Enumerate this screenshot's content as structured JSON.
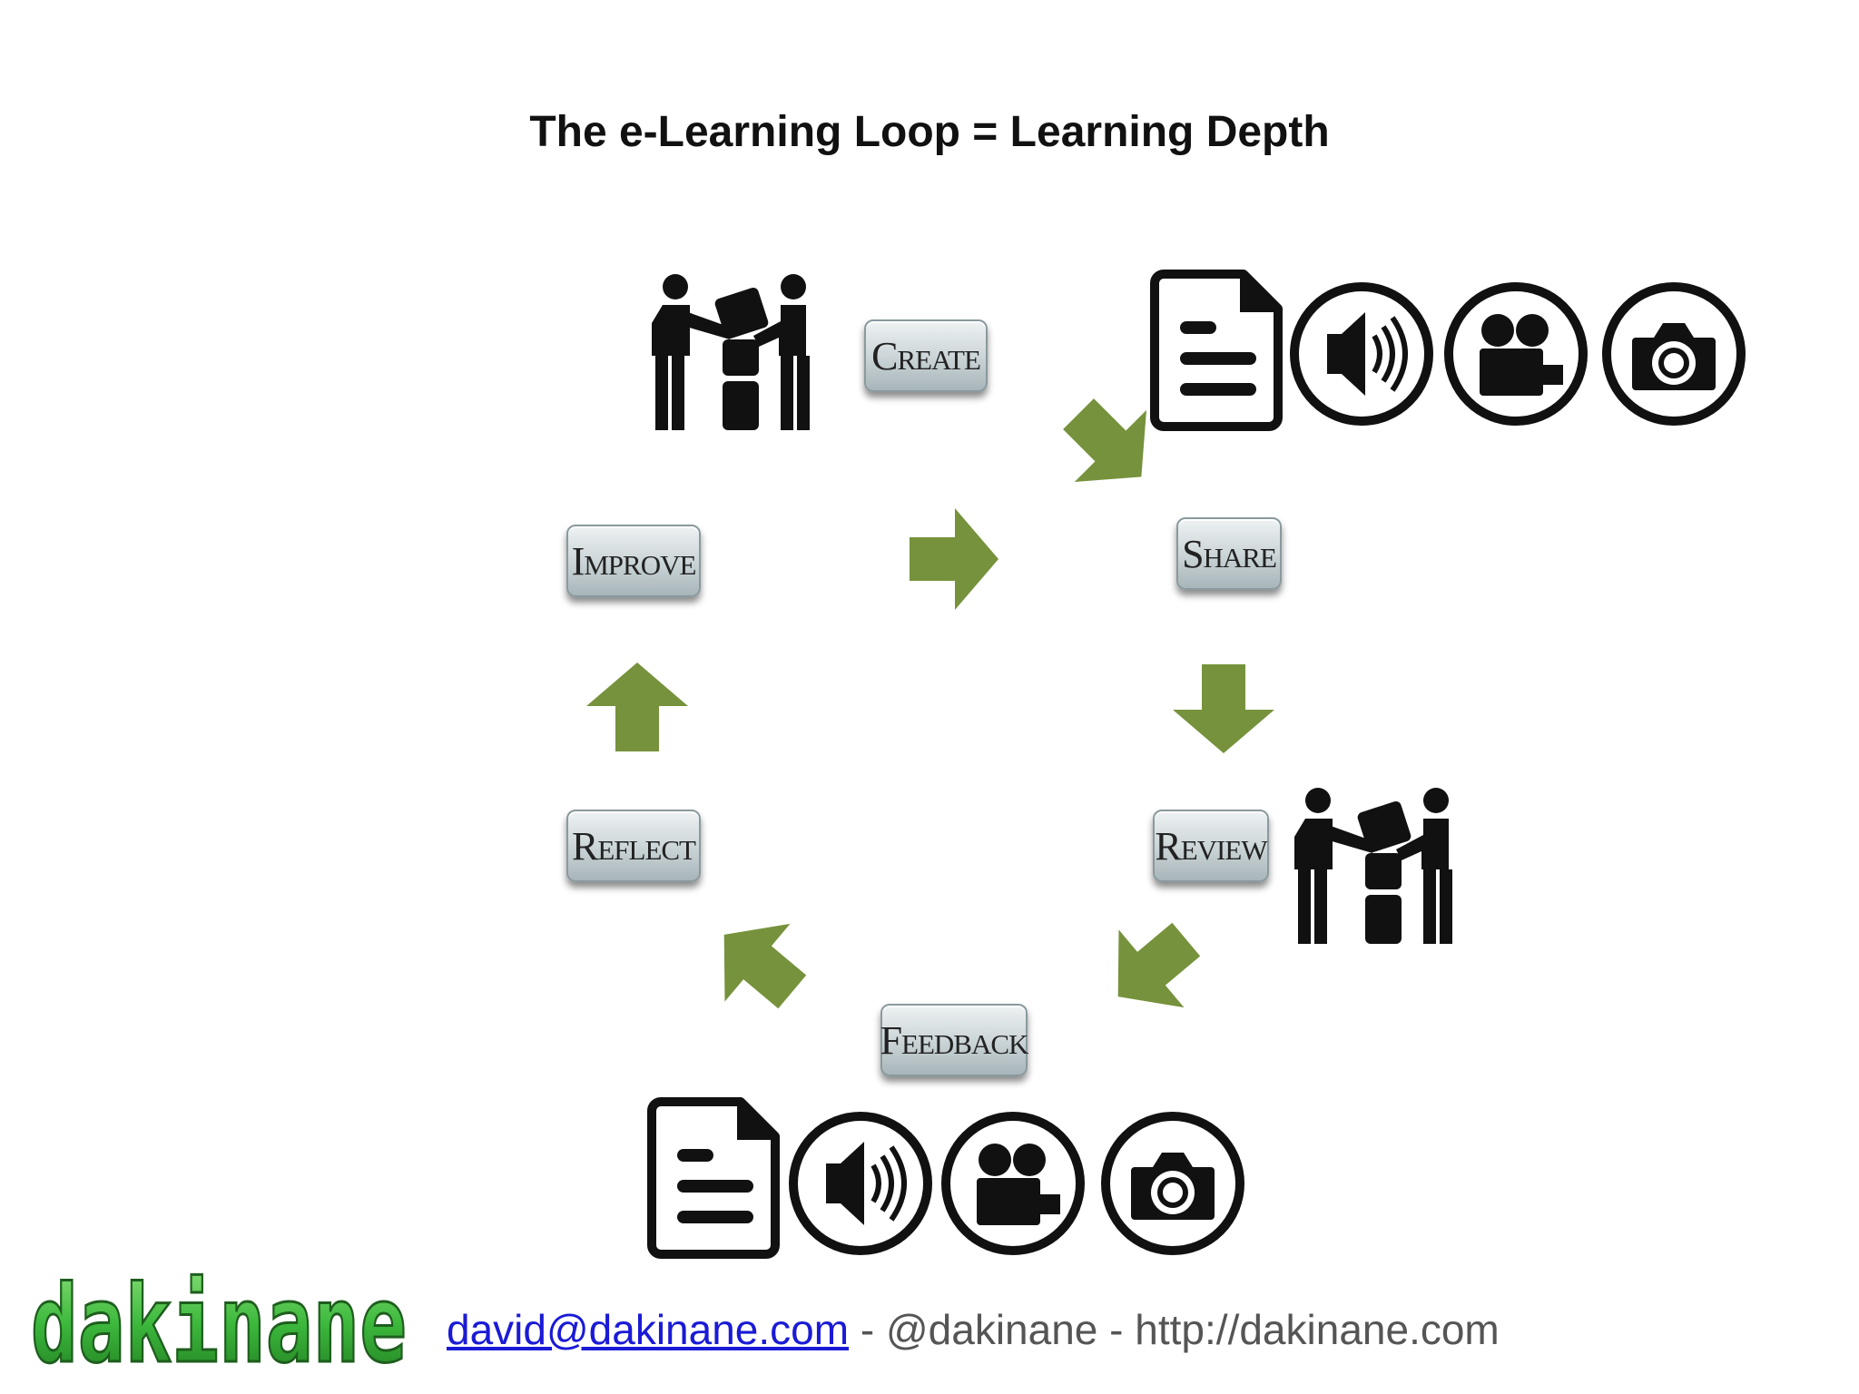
{
  "title": "The e-Learning Loop = Learning Depth",
  "steps": {
    "create": "Create",
    "share": "Share",
    "review": "Review",
    "feedback": "Feedback",
    "reflect": "Reflect",
    "improve": "Improve"
  },
  "footer": {
    "email": "david@dakinane.com",
    "sep1": " - ",
    "twitter": "@dakinane",
    "sep2": " - ",
    "website": "http://dakinane.com"
  },
  "logo_text": "dakinane",
  "colors": {
    "arrow": "#76923c",
    "logo_green": "#3cb83c",
    "icon": "#111111"
  },
  "icons": [
    "people-collaborating-icon",
    "document-icon",
    "audio-icon",
    "video-camera-icon",
    "photo-camera-icon"
  ]
}
